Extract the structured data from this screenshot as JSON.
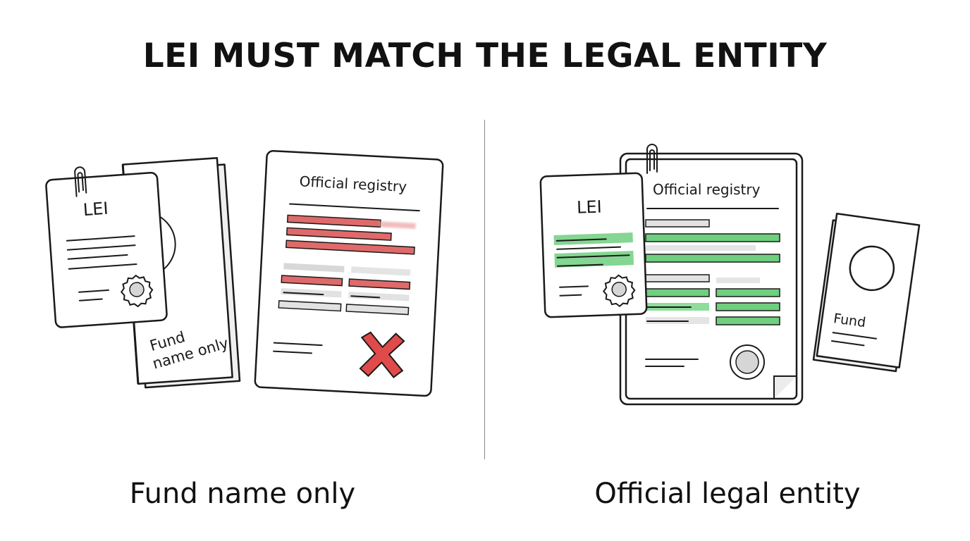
{
  "title": "LEI MUST MATCH THE LEGAL ENTITY",
  "left": {
    "card_label": "LEI",
    "booklet_text": [
      "Fund",
      "name only"
    ],
    "registry_title": "Official registry",
    "status": "mismatch",
    "caption": "Fund name only"
  },
  "right": {
    "card_label": "LEI",
    "registry_title": "Official registry",
    "small_doc_text": "Fund",
    "status": "match",
    "caption": "Official legal entity"
  },
  "colors": {
    "mismatch_red": "#e06a6a",
    "match_green": "#6fcf7f",
    "cross_red": "#e04a4a",
    "line_gray": "#d8d8d8"
  },
  "icons": [
    "paperclip-icon",
    "seal-icon",
    "cross-icon"
  ]
}
